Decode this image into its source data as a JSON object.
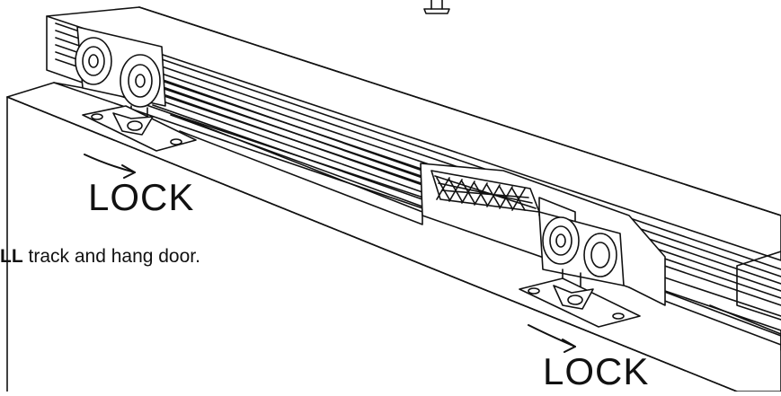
{
  "diagram": {
    "instruction": {
      "bold_part": "LL",
      "rest": " track and hang door."
    },
    "labels": {
      "lock_left": "LOCK",
      "lock_right": "LOCK"
    },
    "icons": [
      "screw-icon",
      "roller-wheel-icon",
      "mounting-bracket-icon",
      "arrow-icon"
    ],
    "colors": {
      "line": "#111111",
      "background": "#ffffff"
    }
  }
}
